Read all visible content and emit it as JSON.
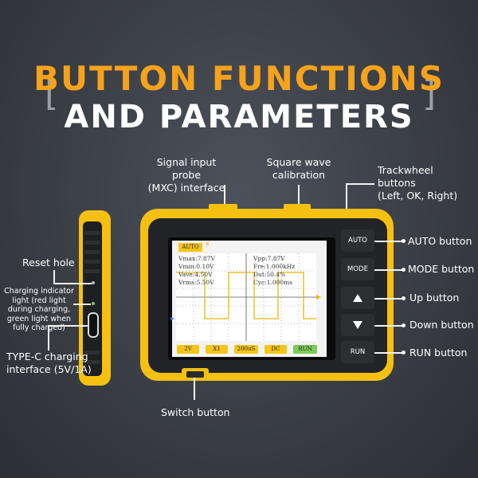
{
  "title": {
    "line1": "BUTTON FUNCTIONS",
    "line2": "AND PARAMETERS"
  },
  "callouts": {
    "signal_probe": [
      "Signal input probe",
      "(MXC) interface"
    ],
    "square_wave": [
      "Square wave",
      "calibration"
    ],
    "trackwheel": [
      "Trackwheel",
      "buttons",
      "(Left, OK, Right)"
    ],
    "reset_hole": "Reset hole",
    "charging_indicator": [
      "Charging indicator",
      "light (red light",
      "during charging,",
      "green light when",
      "fully charged)"
    ],
    "type_c": [
      "TYPE-C charging",
      "interface (5V/1A)"
    ],
    "auto_button": "AUTO button",
    "mode_button": "MODE button",
    "up_button": "Up button",
    "down_button": "Down button",
    "run_button": "RUN button",
    "switch_button": "Switch button"
  },
  "device": {
    "buttons": {
      "auto": "AUTO",
      "mode": "MODE",
      "run": "RUN"
    },
    "screen": {
      "mode_badge": "AUTO",
      "readings": {
        "vmax": "Vmax:7.87V",
        "vmin": "Vmin:0.10V",
        "vave": "Vave:4.50V",
        "vrms": "Vrms:5.50V",
        "vpp": "Vpp:7.87V",
        "fre": "Fre:1.000kHz",
        "dut": "Dut:50.4%",
        "cyc": "Cyc:1.000ms"
      },
      "bottom_bar": [
        "2V",
        "X1",
        "200uS",
        "DC",
        "RUN"
      ]
    }
  },
  "colors": {
    "accent": "#f7a21b",
    "device_body": "#f5c010",
    "background": "#3a3f47",
    "run_chip": "#7ecb55",
    "waveform": "#e6b800"
  },
  "icons": [
    "up-arrow-icon",
    "down-arrow-icon",
    "lightning-icon"
  ]
}
